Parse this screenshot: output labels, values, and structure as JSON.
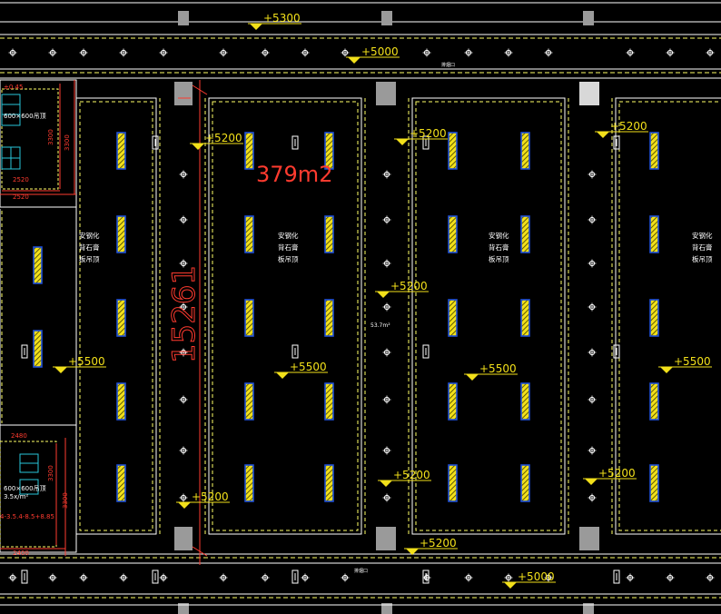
{
  "colors": {
    "background": "#000000",
    "line": "#ffffff",
    "dashed": "#ffff66",
    "dim": "#ff3b2f",
    "lamp_fill": "#f2e01a",
    "lamp_edge": "#1e4fd8",
    "accent_cyan": "#27c6da",
    "pillar": "#9a9a9a"
  },
  "levels": {
    "top_road": "+5300",
    "top_band": "+5000",
    "room": "+5200",
    "corridor": "+5500",
    "bottom": "+5200",
    "bottom_band": "+5000"
  },
  "labels": {
    "area": "379m2",
    "dimension_vertical": "15261",
    "room_note_1": [
      "安钢化",
      "背石膏",
      "板吊顶"
    ],
    "room_note_2": [
      "安钢化",
      "背石膏",
      "板吊顶"
    ],
    "room_note_3": [
      "安钢化",
      "背石膏",
      "板吊顶"
    ],
    "room_note_4": [
      "安钢化",
      "背石膏",
      "板吊顶"
    ],
    "corridor_area": "53.7m²",
    "pipe_tag_top": "排烟口",
    "pipe_tag_bottom": "排烟口",
    "left_detail_top": "600×600吊顶",
    "left_detail_bottom": "600×600吊顶",
    "left_detail_bottom_sub": "3.5x/m²",
    "left_dim_3300_a": "3300",
    "left_dim_3300_b": "3300",
    "left_dim_3300_c": "3300",
    "left_dim_3300_d": "3300",
    "left_dim_2520_a": "2520",
    "left_dim_2520_b": "2520",
    "left_dim_2480": "2480",
    "left_dim_2400": "2400",
    "left_red_note": "4-3.5.4-8.5+8.85",
    "scale_tiny": "±0.45"
  },
  "icons": {
    "level_marker": "triangle-level-icon",
    "sprinkler": "crosshair-sprinkler-icon",
    "lamp": "hatched-lamp-icon",
    "detector": "smoke-detector-icon",
    "pillar": "pillar-icon"
  }
}
